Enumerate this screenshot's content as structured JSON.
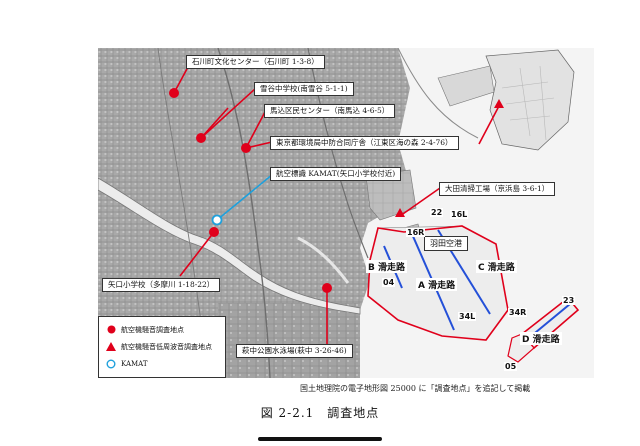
{
  "colors": {
    "noise_site": "#e0001b",
    "kamat": "#1ea0dc",
    "route_outline": "#e0001b",
    "runway": "#2450d8"
  },
  "labels": {
    "ishikawa": "石川町文化センター（石川町 1-3-8）",
    "yukigaya": "雪谷中学校(南雪谷 5-1-1)",
    "magome": "馬込区民センター（南馬込 4-6-5）",
    "tokyo_env": "東京都環境局中防合同庁舎（江東区海の森 2-4-76）",
    "kamat_site": "航空標識 KAMAT(矢口小学校付近)",
    "ota_plant": "大田清掃工場（京浜島 3-6-1）",
    "yaguchi": "矢口小学校（多摩川 1-18-22）",
    "haginaka": "萩中公園水泳場(萩中 3-26-46)"
  },
  "airport": {
    "name": "羽田空港",
    "runways": {
      "a": "A 滑走路",
      "b": "B 滑走路",
      "c": "C 滑走路",
      "d": "D 滑走路"
    },
    "numbers": {
      "n22": "22",
      "n16l": "16L",
      "n16r": "16R",
      "n04": "04",
      "n34l": "34L",
      "n34r": "34R",
      "n23": "23",
      "n05": "05"
    }
  },
  "legend": {
    "noise": "航空機騒音調査地点",
    "low_freq": "航空機騒音低周波音調査地点",
    "kamat": "KAMAT"
  },
  "source_note": "国土地理院の電子地形図 25000 に「調査地点」を追記して掲載",
  "caption": "図 2-2.1　調査地点"
}
